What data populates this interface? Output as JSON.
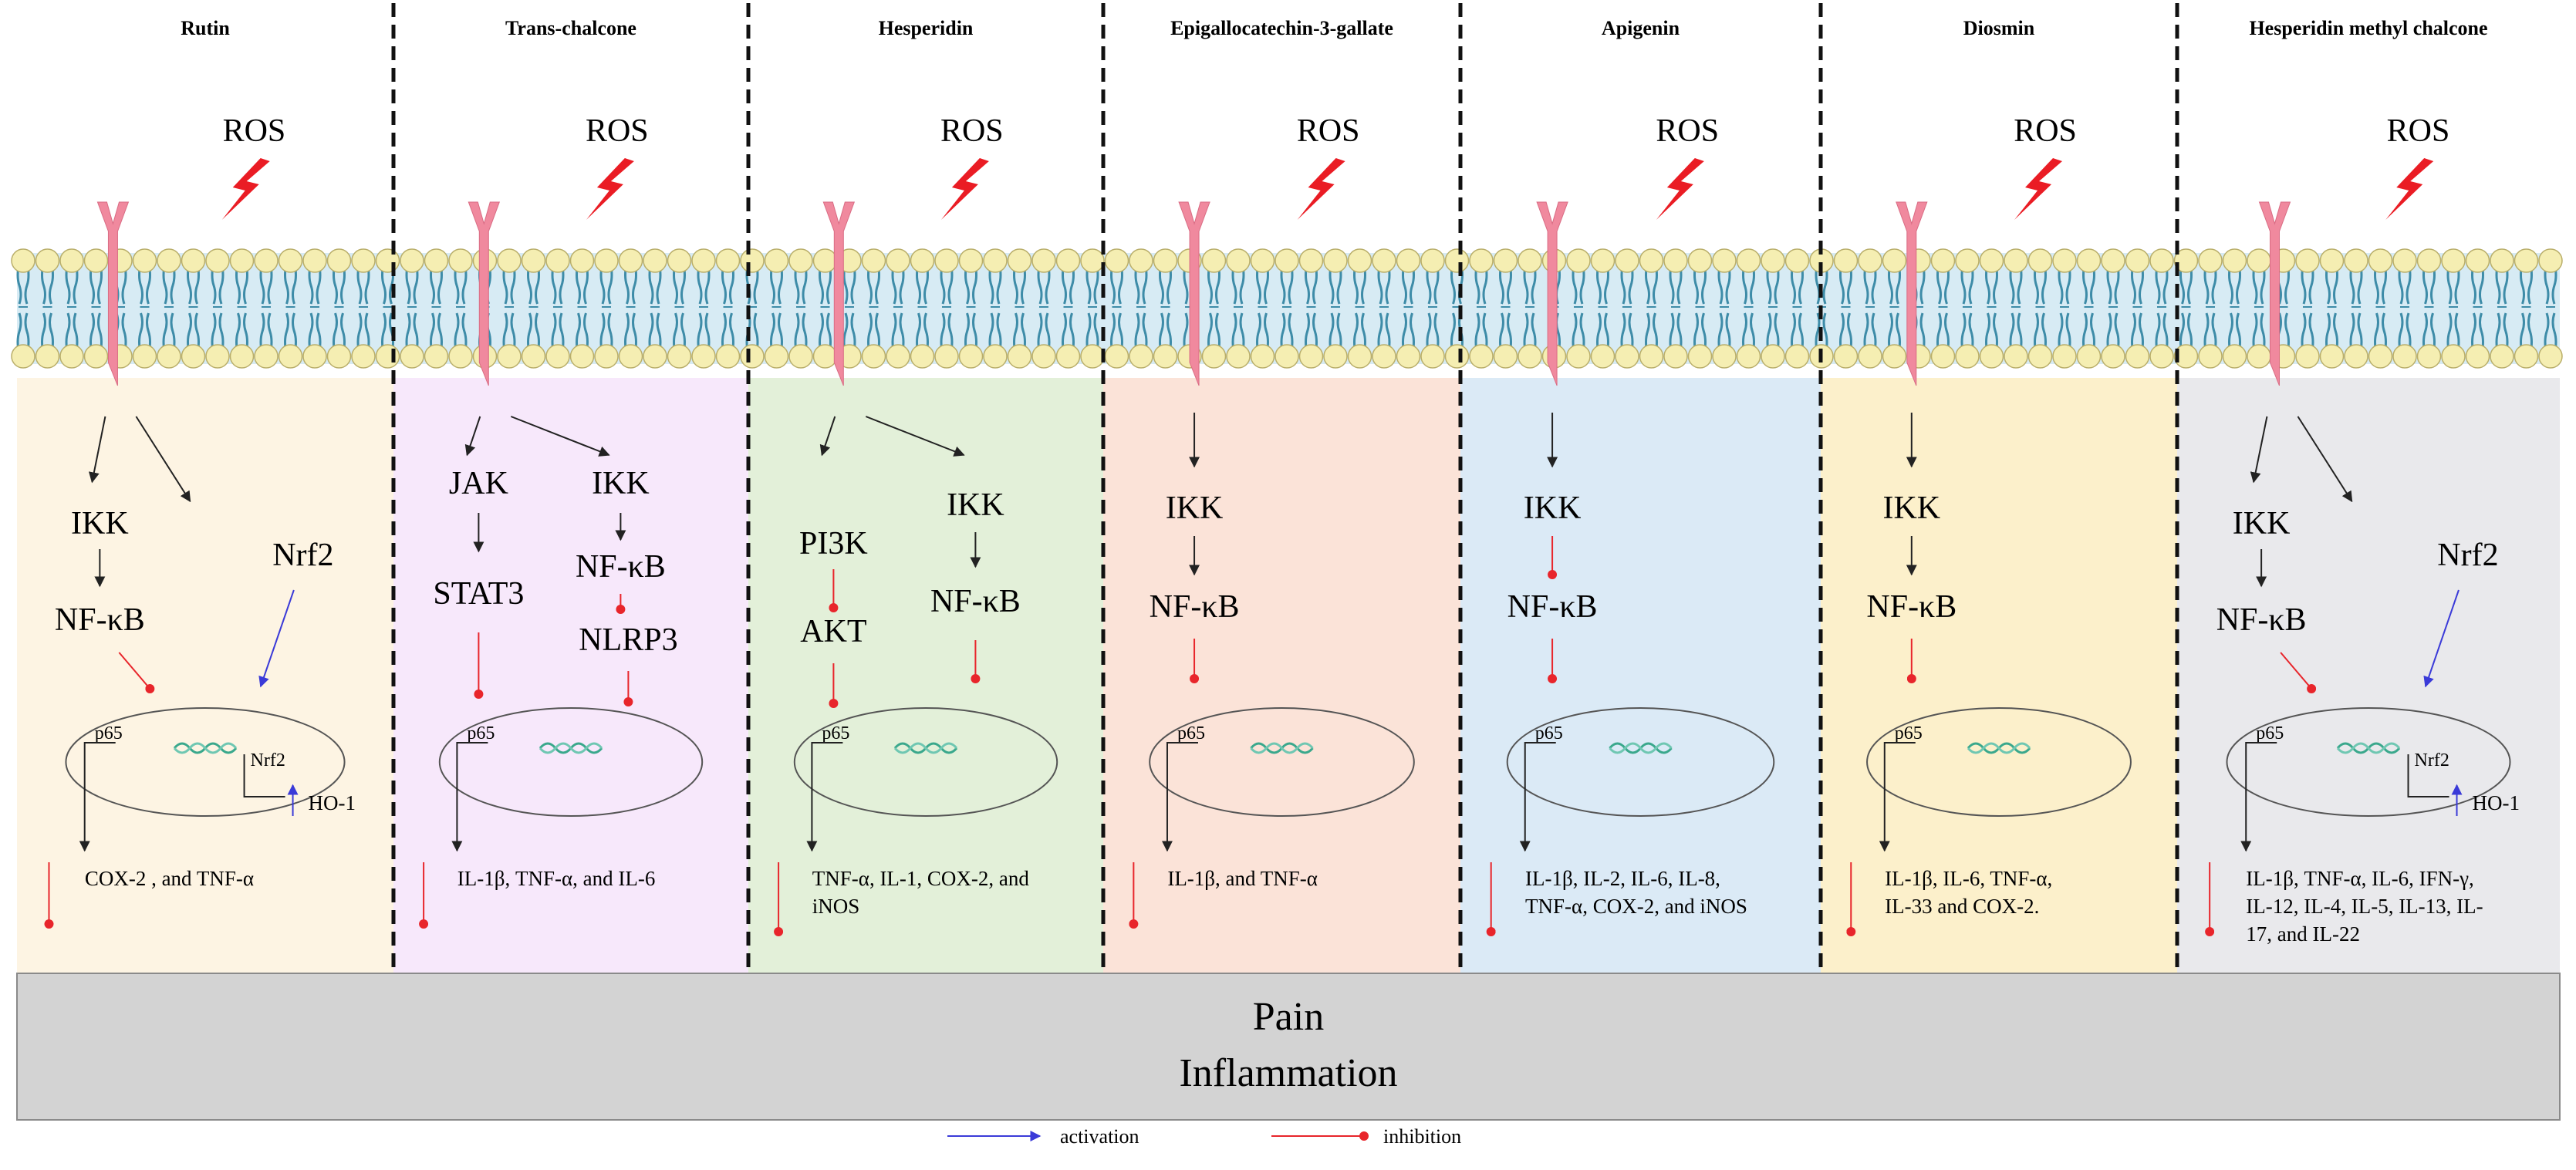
{
  "colors": {
    "activation": "#3a3ad8",
    "inhibition": "#e8252b",
    "receptor": "#f0899e",
    "lightning": "#ea1c24",
    "membrane_head": "#f5eeb2",
    "membrane_tail": "#3e8ca8",
    "membrane_band": "#d7ebf4",
    "bottom_bar": "#d3d3d3"
  },
  "panels": [
    {
      "title": "Rutin",
      "bg": "#fdf4e3",
      "ros": "ROS",
      "pathway_type": "dual",
      "left_nodes": [
        "IKK",
        "NF-κB"
      ],
      "right_nodes": [
        "Nrf2"
      ],
      "left_links": [
        "activation"
      ],
      "nucleus_labels": [
        "p65",
        "Nrf2"
      ],
      "right_output": "HO-1",
      "cytokines": [
        "COX-2 , and TNF-α"
      ]
    },
    {
      "title": "Trans-chalcone",
      "bg": "#f7e8fb",
      "ros": "ROS",
      "pathway_type": "dual_inhib",
      "left_nodes": [
        "JAK",
        "STAT3"
      ],
      "right_nodes": [
        "IKK",
        "NF-κB",
        "NLRP3"
      ],
      "left_links": [
        "activation"
      ],
      "right_links": [
        "activation",
        "inhibition"
      ],
      "nucleus_labels": [
        "p65"
      ],
      "cytokines": [
        "IL-1β,  TNF-α, and IL-6"
      ]
    },
    {
      "title": "Hesperidin",
      "bg": "#e3f0d9",
      "ros": "ROS",
      "pathway_type": "dual_inhib",
      "left_nodes": [
        "PI3K",
        "AKT"
      ],
      "right_nodes": [
        "IKK",
        "NF-κB"
      ],
      "left_links": [
        "inhibition"
      ],
      "right_links": [
        "activation"
      ],
      "nucleus_labels": [
        "p65"
      ],
      "cytokines": [
        "TNF-α, IL-1, COX-2, and",
        "iNOS"
      ]
    },
    {
      "title": "Epigallocatechin-3-gallate",
      "bg": "#fbe3d8",
      "ros": "ROS",
      "pathway_type": "single",
      "nodes": [
        "IKK",
        "NF-κB"
      ],
      "links": [
        "activation"
      ],
      "nucleus_labels": [
        "p65"
      ],
      "cytokines": [
        "IL-1β, and TNF-α"
      ]
    },
    {
      "title": "Apigenin",
      "bg": "#dbeaf6",
      "ros": "ROS",
      "pathway_type": "single",
      "nodes": [
        "IKK",
        "NF-κB"
      ],
      "links": [
        "inhibition"
      ],
      "nucleus_labels": [
        "p65"
      ],
      "cytokines": [
        "IL-1β, IL-2, IL-6, IL-8,",
        "TNF-α, COX-2, and  iNOS"
      ]
    },
    {
      "title": "Diosmin",
      "bg": "#fcf0cb",
      "ros": "ROS",
      "pathway_type": "single",
      "nodes": [
        "IKK",
        "NF-κB"
      ],
      "links": [
        "activation"
      ],
      "nucleus_labels": [
        "p65"
      ],
      "cytokines": [
        "IL-1β, IL-6, TNF-α,",
        "IL-33 and COX-2."
      ]
    },
    {
      "title": "Hesperidin methyl chalcone",
      "bg": "#e9e9ec",
      "ros": "ROS",
      "pathway_type": "dual",
      "left_nodes": [
        "IKK",
        "NF-κB"
      ],
      "right_nodes": [
        "Nrf2"
      ],
      "left_links": [
        "activation"
      ],
      "nucleus_labels": [
        "p65",
        "Nrf2"
      ],
      "right_output": "HO-1",
      "cytokines": [
        "IL-1β,   TNF-α,   IL-6,   IFN-γ,",
        "IL-12,  IL-4,  IL-5,  IL-13,  IL-",
        "17, and IL-22"
      ]
    }
  ],
  "bottom": {
    "line1": "Pain",
    "line2": "Inflammation"
  },
  "legend": {
    "activation": "activation",
    "inhibition": "inhibition"
  }
}
